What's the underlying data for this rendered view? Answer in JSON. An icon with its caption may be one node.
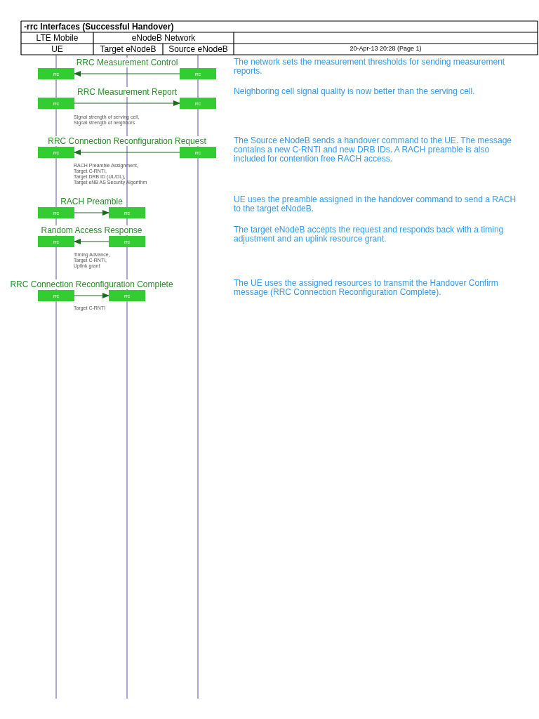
{
  "diagram": {
    "title": "-rrc Interfaces (Successful Handover)",
    "nodes": [
      {
        "text": [
          "rrc"
        ]
      },
      {
        "text": [
          "rrc"
        ]
      },
      {
        "text": [
          "rrc"
        ]
      },
      {
        "text": [
          "rrc"
        ]
      },
      {
        "text": [
          "rrc"
        ]
      },
      {
        "text": [
          "rrc"
        ]
      },
      {
        "text": [
          "rrc"
        ]
      },
      {
        "text": [
          "rrc"
        ]
      },
      {
        "text": [
          "rrc"
        ]
      },
      {
        "text": [
          "rrc"
        ]
      },
      {
        "text": [
          "rrc"
        ]
      },
      {
        "text": [
          "rrc"
        ]
      }
    ],
    "edges": [
      {
        "from": 1,
        "to": 0,
        "arrow": "to",
        "label": "RRC Measurement Control"
      },
      {
        "from": 2,
        "to": 3,
        "arrow": "to",
        "label": "RRC Measurement Report"
      },
      {
        "from": 5,
        "to": 4,
        "arrow": "to",
        "label": "RRC Connection Reconfiguration Request"
      },
      {
        "from": 6,
        "to": 7,
        "arrow": "to",
        "label": "RACH Preamble"
      },
      {
        "from": 9,
        "to": 8,
        "arrow": "to",
        "label": "Random Access Response"
      },
      {
        "from": 10,
        "to": 11,
        "arrow": "to",
        "label": "RRC Connection Reconfiguration Complete"
      }
    ],
    "labels": [
      "LTE Mobile",
      "eNodeB Network",
      "UE",
      "Target eNodeB",
      "Source eNodeB",
      "20-Apr-13 20:28 (Page 1)",
      "The network sets the measurement thresholds for sending measurement reports.",
      "Neighboring cell signal quality is now better than the serving cell.",
      "Signal strength of serving cell, Signal strength of neighbors",
      "The Source eNodeB sends a handover command to the UE. The message contains a new C-RNTI and new DRB IDs. A RACH preamble is also included for contention free RACH access.",
      "RACH Preamble Assignment, Target C-RNTI, Target DRB ID (UL/DL), Target eNB AS Security Algorithm",
      "UE uses the preamble assigned in the handover command to send a RACH to the target eNodeB.",
      "The target eNodeB accepts the request and responds back with a timing adjustment and an uplink resource grant.",
      "Timing Advance, Target C-RNTI, Uplink grant",
      "The UE uses the assigned resources to transmit the Handover Confirm message (RRC Connection Reconfiguration Complete).",
      "Target C-RNTI"
    ]
  }
}
